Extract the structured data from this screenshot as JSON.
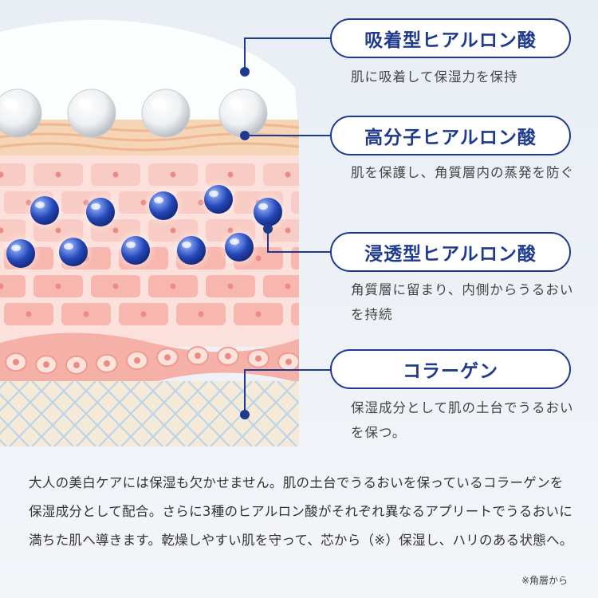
{
  "labels": [
    {
      "title": "吸着型ヒアルロン酸",
      "desc": "肌に吸着して保湿力を保持"
    },
    {
      "title": "高分子ヒアルロン酸",
      "desc": "肌を保護し、角質層内の蒸発を防ぐ"
    },
    {
      "title": "浸透型ヒアルロン酸",
      "desc": "角質層に留まり、内側からうるおいを持続"
    },
    {
      "title": "コラーゲン",
      "desc": "保湿成分として肌の土台でうるおいを保つ。"
    }
  ],
  "body_text": "大人の美白ケアには保湿も欠かせません。肌の土台でうるおいを保っているコラーゲンを保湿成分として配合。さらに3種のヒアルロン酸がそれぞれ異なるアプリートでうるおいに満ちた肌へ導きます。乾燥しやすい肌を守って、芯から（※）保湿し、ハリのある状態へ。",
  "note": "※角層から",
  "colors": {
    "navy": "#1e3a8f",
    "skin_top": "#f6d2b3",
    "skin_cells": "#f5bcb2",
    "skin_deep": "#f3a8a0",
    "dermis": "#f4e3cf",
    "fiber": "#b8d3ea"
  }
}
